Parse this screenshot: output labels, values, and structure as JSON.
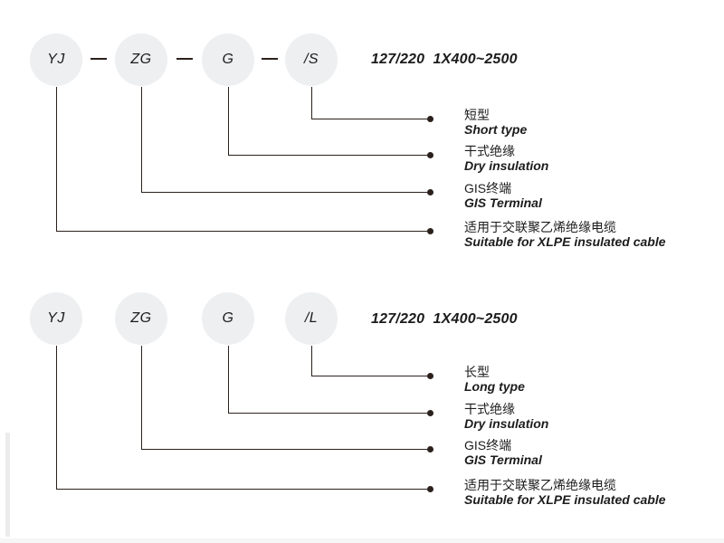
{
  "colors": {
    "line": "#2b211c",
    "circle_fill": "#edeff1",
    "text": "#1c1c1c"
  },
  "diagrams": [
    {
      "name": "short-type-designation",
      "codes": [
        "YJ",
        "ZG",
        "G",
        "/S"
      ],
      "has_separators": true,
      "spec": "127/220  1X400~2500",
      "callouts": [
        {
          "zh": "短型",
          "en": "Short type"
        },
        {
          "zh": "干式绝缘",
          "en": "Dry insulation"
        },
        {
          "zh": "GIS终端",
          "en": "GIS Terminal"
        },
        {
          "zh": "适用于交联聚乙烯绝缘电缆",
          "en": "Suitable for XLPE insulated cable"
        }
      ]
    },
    {
      "name": "long-type-designation",
      "codes": [
        "YJ",
        "ZG",
        "G",
        "/L"
      ],
      "has_separators": false,
      "spec": "127/220  1X400~2500",
      "callouts": [
        {
          "zh": "长型",
          "en": "Long type"
        },
        {
          "zh": "干式绝缘",
          "en": "Dry insulation"
        },
        {
          "zh": "GIS终端",
          "en": "GIS Terminal"
        },
        {
          "zh": "适用于交联聚乙烯绝缘电缆",
          "en": "Suitable for XLPE insulated cable"
        }
      ]
    }
  ]
}
